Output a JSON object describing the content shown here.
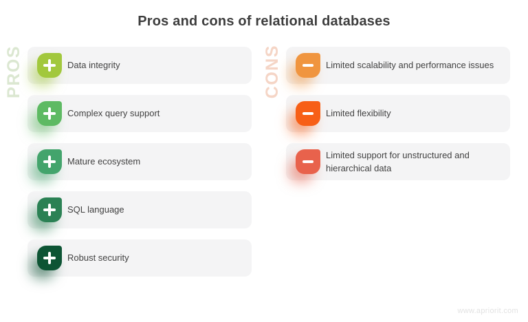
{
  "title": "Pros and cons of relational databases",
  "watermark": "www.apriorit.com",
  "pros": {
    "label": "PROS",
    "items": [
      {
        "label": "Data integrity",
        "color": "#a2c83d"
      },
      {
        "label": "Complex query support",
        "color": "#5eba63"
      },
      {
        "label": "Mature ecosystem",
        "color": "#43a46c"
      },
      {
        "label": "SQL language",
        "color": "#2b8154"
      },
      {
        "label": "Robust security",
        "color": "#0d5434"
      }
    ]
  },
  "cons": {
    "label": "CONS",
    "items": [
      {
        "label": "Limited scalability and performance issues",
        "color": "#f0953f"
      },
      {
        "label": "Limited flexibility",
        "color": "#f75f16"
      },
      {
        "label": "Limited support for unstructured and hierarchical data",
        "color": "#e8624c"
      }
    ]
  }
}
